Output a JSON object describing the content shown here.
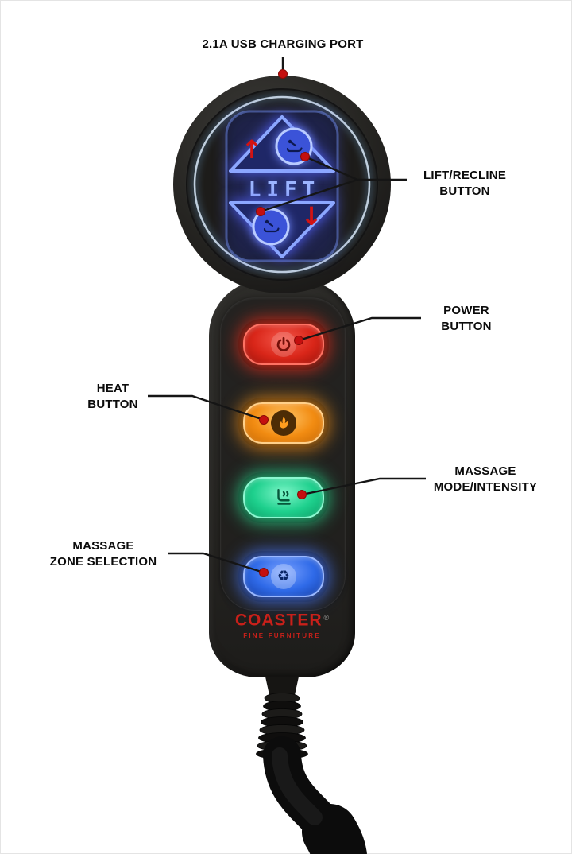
{
  "callouts": {
    "usb": {
      "text": "2.1A USB CHARGING PORT"
    },
    "lift": {
      "line1": "LIFT/RECLINE",
      "line2": "BUTTON"
    },
    "power": {
      "line1": "POWER",
      "line2": "BUTTON"
    },
    "heat": {
      "line1": "HEAT",
      "line2": "BUTTON"
    },
    "massage_mode": {
      "line1": "MASSAGE",
      "line2": "MODE/INTENSITY"
    },
    "massage_zone": {
      "line1": "MASSAGE",
      "line2": "ZONE SELECTION"
    }
  },
  "remote": {
    "lift_label": "LIFT",
    "brand": "COASTER",
    "registered": "®",
    "brand_sub": "FINE FURNITURE",
    "icons": {
      "up_arrow": "↑",
      "down_arrow": "↓",
      "recline_up": "recline-chair-icon",
      "recline_down": "recline-chair-icon",
      "power": "power-icon",
      "heat": "heat-flame-icon",
      "massage_mode": "massage-chair-icon",
      "massage_zone": "zone-cycle-icon",
      "zone_glyph": "♻",
      "usb": "usb-port-dot"
    }
  },
  "colors": {
    "background": "#ffffff",
    "remote_body": "#262522",
    "lift_glow_blue": "#8ca7ff",
    "arrow_red": "#d31313",
    "power_red": "#d92619",
    "heat_orange": "#f28c12",
    "massage_green": "#1ed08d",
    "zone_blue": "#2f6ae8",
    "brand_red": "#c9201a",
    "callout_line": "#151515",
    "callout_dot": "#c40f0f"
  }
}
